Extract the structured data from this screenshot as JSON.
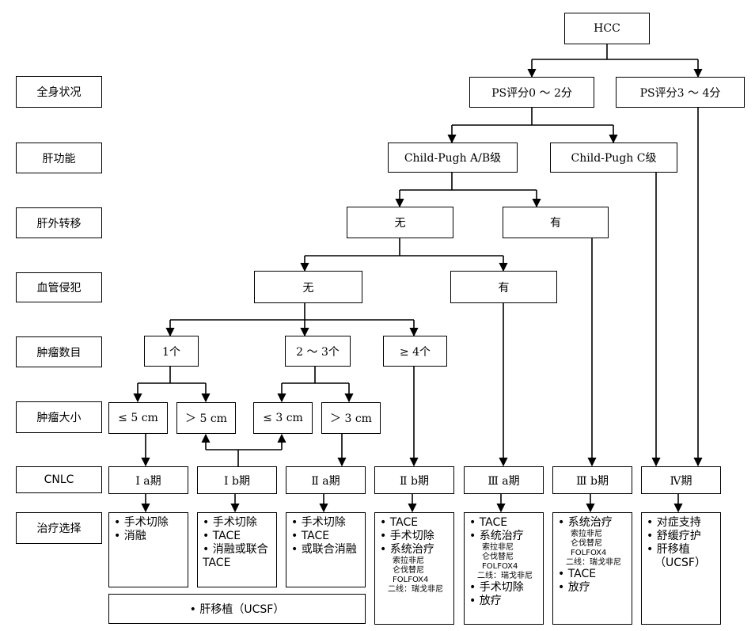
{
  "rows": {
    "status": "全身状况",
    "liver": "肝功能",
    "metastasis": "肝外转移",
    "vascular": "血管侵犯",
    "tumor_count": "肿瘤数目",
    "tumor_size": "肿瘤大小",
    "cnlc": "CNLC",
    "treatment": "治疗选择"
  },
  "nodes": {
    "hcc": "HCC",
    "ps_good": "PS评分0 ～ 2分",
    "ps_poor": "PS评分3 ～ 4分",
    "child_ab": "Child-Pugh A/B级",
    "child_c": "Child-Pugh C级",
    "meta_no": "无",
    "meta_yes": "有",
    "vasc_no": "无",
    "vasc_yes": "有",
    "count_1": "1个",
    "count_2_3": "2 ～ 3个",
    "count_4": "≥ 4个",
    "size_le5": "≤ 5 cm",
    "size_gt5": "＞ 5 cm",
    "size_le3": "≤ 3 cm",
    "size_gt3": "＞ 3 cm"
  },
  "stages": {
    "ia": "Ⅰ a期",
    "ib": "Ⅰ b期",
    "iia": "Ⅱ a期",
    "iib": "Ⅱ b期",
    "iiia": "Ⅲ a期",
    "iiib": "Ⅲ b期",
    "iv": "Ⅳ期"
  },
  "treatments": {
    "ia": [
      "• 手术切除",
      "• 消融"
    ],
    "ib": [
      "• 手术切除",
      "• TACE",
      "• 消融或联合",
      "TACE"
    ],
    "iia": [
      "• 手术切除",
      "• TACE",
      "• 或联合消融"
    ],
    "iib": {
      "items": [
        "• TACE",
        "• 手术切除",
        "• 系统治疗"
      ],
      "drugs": [
        "索拉非尼",
        "仑伐替尼",
        "FOLFOX4",
        "二线：瑞戈非尼"
      ]
    },
    "iiia": {
      "items": [
        "• TACE",
        "• 系统治疗"
      ],
      "drugs": [
        "索拉非尼",
        "仑伐替尼",
        "FOLFOX4",
        "二线：瑞戈非尼"
      ],
      "after": [
        "• 手术切除",
        "• 放疗"
      ]
    },
    "iiib": {
      "items": [
        "• 系统治疗"
      ],
      "drugs": [
        "索拉非尼",
        "仑伐替尼",
        "FOLFOX4",
        "二线：瑞戈非尼"
      ],
      "after": [
        "• TACE",
        "• 放疗"
      ]
    },
    "iv": [
      "• 对症支持",
      "• 舒缓疗护",
      "• 肝移植",
      "（UCSF）"
    ],
    "transplant": "• 肝移植（UCSF）"
  }
}
